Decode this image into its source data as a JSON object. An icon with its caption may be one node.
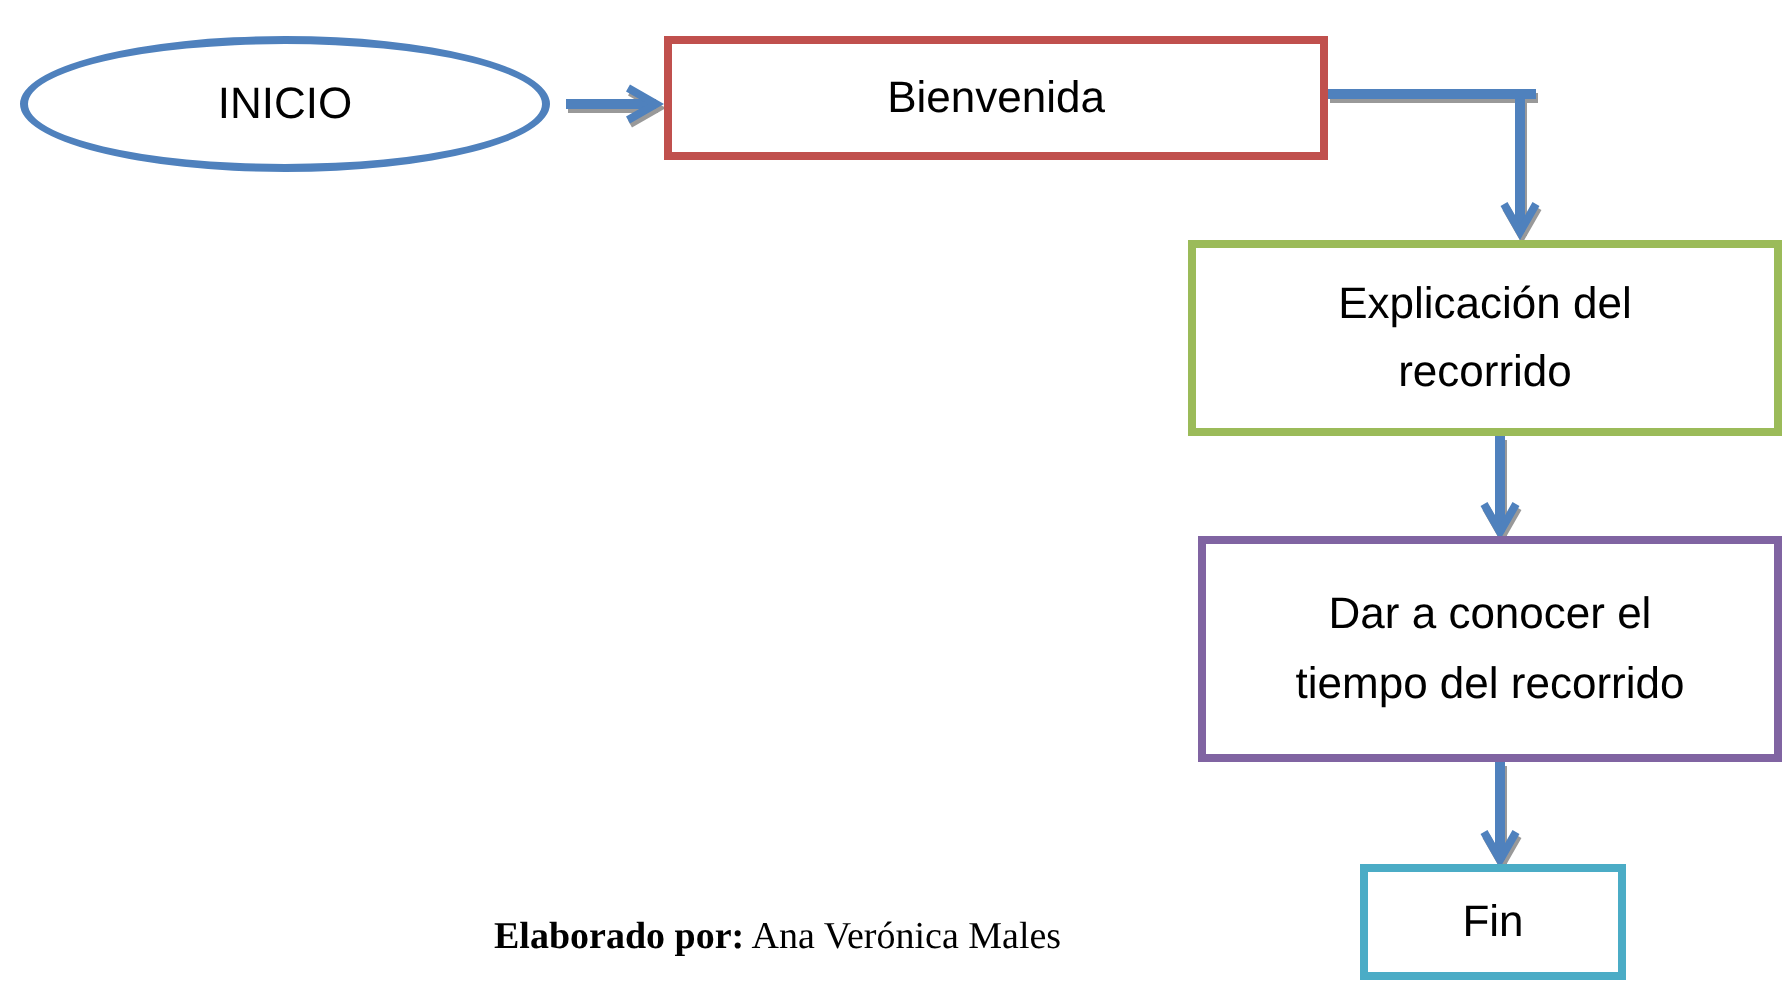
{
  "diagram": {
    "nodes": [
      {
        "text": [
          "INICIO"
        ]
      },
      {
        "text": [
          "Bienvenida"
        ]
      },
      {
        "text": [
          "Explicación del recorrido"
        ]
      },
      {
        "text": [
          "Dar a conocer el tiempo del recorrido"
        ]
      },
      {
        "text": [
          "Fin"
        ]
      }
    ],
    "edges": [
      {
        "from": 0,
        "to": 1,
        "arrow": "to"
      },
      {
        "from": 1,
        "to": 2,
        "arrow": "to"
      },
      {
        "from": 2,
        "to": 3,
        "arrow": "to"
      },
      {
        "from": 3,
        "to": 4,
        "arrow": "to"
      }
    ],
    "labels": [
      "**Elaborado por:** Ana Verónica Males"
    ]
  }
}
